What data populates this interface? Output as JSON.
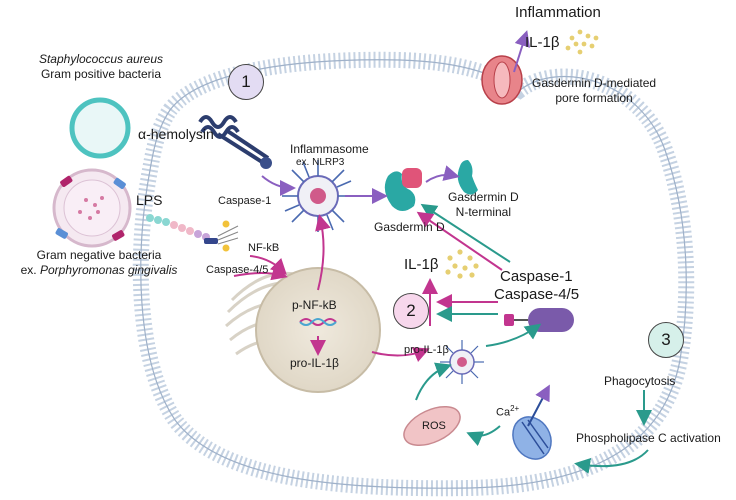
{
  "top": {
    "inflammation": "Inflammation",
    "il1b_top": "IL-1β",
    "pore_label_line1": "Gasdermin D-mediated",
    "pore_label_line2": "pore formation"
  },
  "bacteria": {
    "staph_line1": "Staphylococcus aureus",
    "staph_line2": "Gram positive bacteria",
    "alpha_hemolysin": "α-hemolysin",
    "lps": "LPS",
    "gram_neg_line1": "Gram negative bacteria",
    "gram_neg_line2_prefix": "ex. ",
    "gram_neg_line2_species": "Porphyromonas gingivalis"
  },
  "steps": {
    "one": "1",
    "two": "2",
    "three": "3"
  },
  "pathway": {
    "caspase1_small": "Caspase-1",
    "inflammasome": "Inflammasome",
    "inflammasome_ex": "ex. NLRP3",
    "gasdermin_d": "Gasdermin D",
    "gasdermin_nterm_line1": "Gasdermin D",
    "gasdermin_nterm_line2": "N-terminal",
    "nfkb": "NF-kB",
    "caspase45_small": "Caspase-4/5",
    "p_nfkb": "p-NF-kB",
    "pro_il1b_nucleus": "pro-IL-1β",
    "pro_il1b": "pro-IL-1β",
    "il1b_mid": "IL-1β",
    "caspase1_big": "Caspase-1",
    "caspase45_big": "Caspase-4/5"
  },
  "bottom": {
    "phagocytosis": "Phagocytosis",
    "plc": "Phospholipase C activation",
    "ros": "ROS",
    "ca": "Ca",
    "ca_sup": "2+"
  },
  "colors": {
    "membrane": "#b9c8dc",
    "magenta": "#c2358f",
    "purple": "#8a5fc0",
    "teal": "#2a9a8c",
    "gasdermin": "#2aa8a4",
    "il1b_dots": "#e6cf72"
  }
}
